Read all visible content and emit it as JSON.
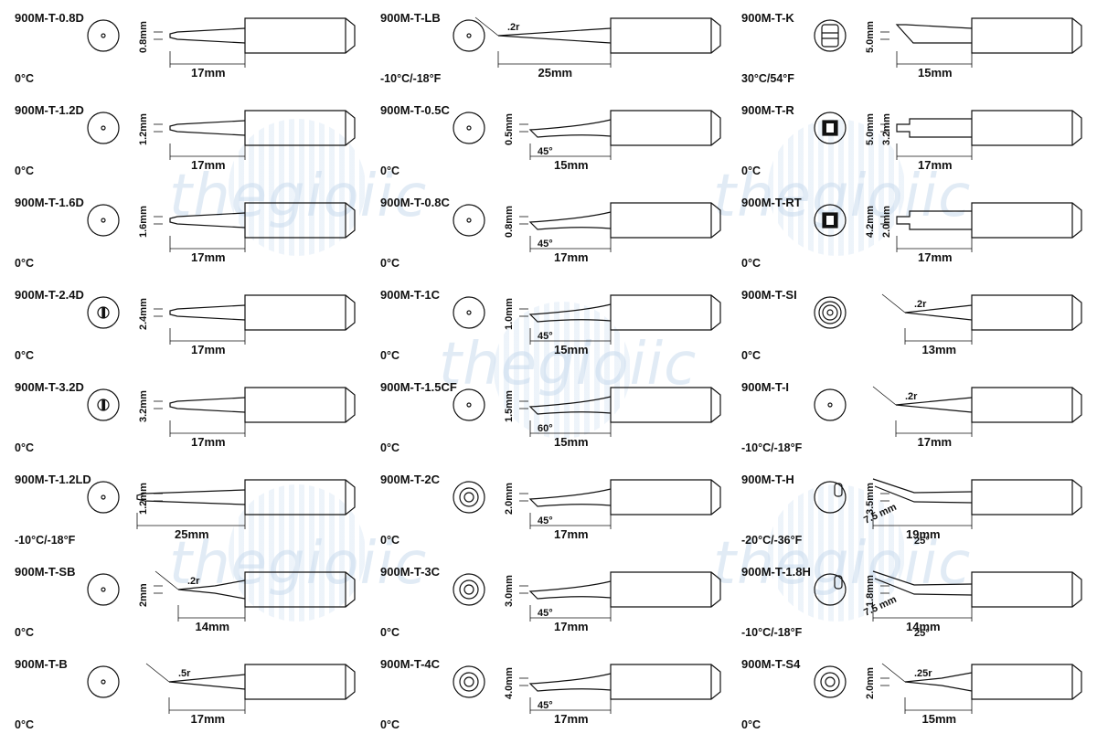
{
  "watermark": "thegioiic",
  "tips": [
    {
      "model": "900M-T-0.8D",
      "temp": "0°C",
      "dia": "0.8mm",
      "len": "17mm",
      "type": "D",
      "face": "dot"
    },
    {
      "model": "900M-T-1.2D",
      "temp": "0°C",
      "dia": "1.2mm",
      "len": "17mm",
      "type": "D",
      "face": "dot"
    },
    {
      "model": "900M-T-1.6D",
      "temp": "0°C",
      "dia": "1.6mm",
      "len": "17mm",
      "type": "D",
      "face": "dot"
    },
    {
      "model": "900M-T-2.4D",
      "temp": "0°C",
      "dia": "2.4mm",
      "len": "17mm",
      "type": "D",
      "face": "bar"
    },
    {
      "model": "900M-T-3.2D",
      "temp": "0°C",
      "dia": "3.2mm",
      "len": "17mm",
      "type": "D",
      "face": "bar"
    },
    {
      "model": "900M-T-1.2LD",
      "temp": "-10°C/-18°F",
      "dia": "1.2mm",
      "len": "25mm",
      "type": "LD",
      "face": "dot"
    },
    {
      "model": "900M-T-SB",
      "temp": "0°C",
      "dia": "2mm",
      "len": "14mm",
      "type": "SB",
      "face": "dot",
      "rad": ".2r"
    },
    {
      "model": "900M-T-B",
      "temp": "0°C",
      "dia": "",
      "len": "17mm",
      "type": "B",
      "face": "dot",
      "rad": ".5r"
    },
    {
      "model": "900M-T-LB",
      "temp": "-10°C/-18°F",
      "dia": "",
      "len": "25mm",
      "type": "LB",
      "face": "dot",
      "rad": ".2r"
    },
    {
      "model": "900M-T-0.5C",
      "temp": "0°C",
      "dia": "0.5mm",
      "len": "15mm",
      "type": "C",
      "face": "dot",
      "angle": "45°"
    },
    {
      "model": "900M-T-0.8C",
      "temp": "0°C",
      "dia": "0.8mm",
      "len": "17mm",
      "type": "C",
      "face": "dot",
      "angle": "45°"
    },
    {
      "model": "900M-T-1C",
      "temp": "0°C",
      "dia": "1.0mm",
      "len": "15mm",
      "type": "C",
      "face": "dot",
      "angle": "45°"
    },
    {
      "model": "900M-T-1.5CF",
      "temp": "0°C",
      "dia": "1.5mm",
      "len": "15mm",
      "type": "C",
      "face": "dot",
      "angle": "60°"
    },
    {
      "model": "900M-T-2C",
      "temp": "0°C",
      "dia": "2.0mm",
      "len": "17mm",
      "type": "C",
      "face": "ring",
      "angle": "45°"
    },
    {
      "model": "900M-T-3C",
      "temp": "0°C",
      "dia": "3.0mm",
      "len": "17mm",
      "type": "C",
      "face": "ring",
      "angle": "45°"
    },
    {
      "model": "900M-T-4C",
      "temp": "0°C",
      "dia": "4.0mm",
      "len": "17mm",
      "type": "C",
      "face": "ring",
      "angle": "45°"
    },
    {
      "model": "900M-T-K",
      "temp": "30°C/54°F",
      "dia": "5.0mm",
      "len": "15mm",
      "type": "K",
      "face": "k"
    },
    {
      "model": "900M-T-R",
      "temp": "0°C",
      "dia": "5.0mm",
      "dia2": "3.2mm",
      "len": "17mm",
      "type": "R",
      "face": "r"
    },
    {
      "model": "900M-T-RT",
      "temp": "0°C",
      "dia": "4.2mm",
      "dia2": "2.0mm",
      "len": "17mm",
      "type": "R",
      "face": "r"
    },
    {
      "model": "900M-T-SI",
      "temp": "0°C",
      "dia": "",
      "len": "13mm",
      "type": "SI",
      "face": "rings",
      "rad": ".2r"
    },
    {
      "model": "900M-T-I",
      "temp": "-10°C/-18°F",
      "dia": "",
      "len": "17mm",
      "type": "I",
      "face": "dot",
      "rad": ".2r"
    },
    {
      "model": "900M-T-H",
      "temp": "-20°C/-36°F",
      "dia": "3.5mm",
      "len": "19mm",
      "type": "H",
      "face": "peg",
      "bend": "7.5 mm",
      "angle": "25°"
    },
    {
      "model": "900M-T-1.8H",
      "temp": "-10°C/-18°F",
      "dia": "1.8mm",
      "len": "14mm",
      "type": "H",
      "face": "peg",
      "bend": "7.5 mm",
      "angle": "25°"
    },
    {
      "model": "900M-T-S4",
      "temp": "0°C",
      "dia": "2.0mm",
      "len": "15mm",
      "type": "S4",
      "face": "ring",
      "rad": ".25r"
    }
  ]
}
